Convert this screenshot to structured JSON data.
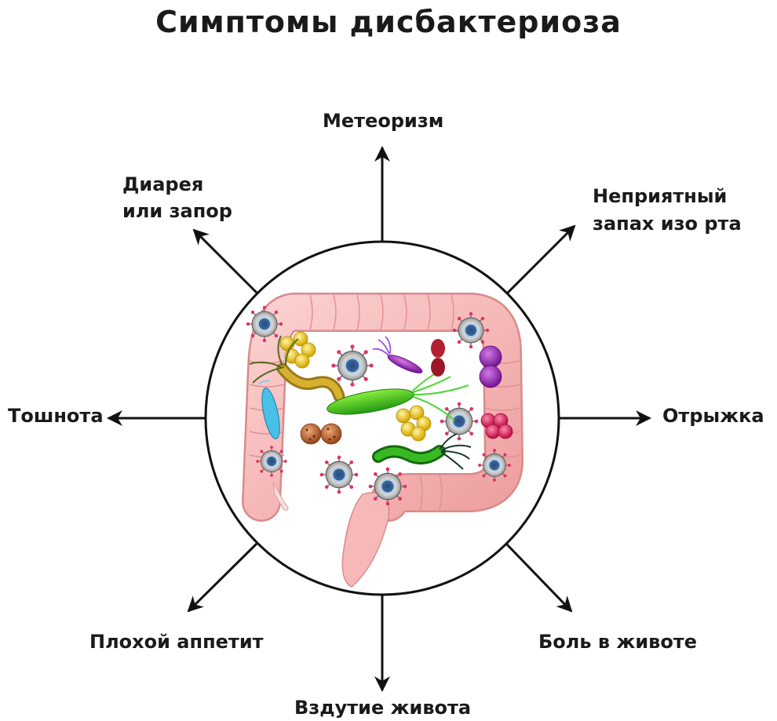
{
  "title": "Симптомы дисбактериоза",
  "symptoms": {
    "top": "Метеоризм",
    "top_left_line1": "Диарея",
    "top_left_line2": "или запор",
    "top_right_line1": "Неприятный",
    "top_right_line2": "запах изо рта",
    "left": "Тошнота",
    "right": "Отрыжка",
    "bottom_left": "Плохой аппетит",
    "bottom": "Вздутие живота",
    "bottom_right": "Боль в животе"
  },
  "colors": {
    "arrow": "#111111",
    "intestine": "#f4b0b0",
    "intestine_outline": "#d98a8a",
    "virus_ring": "#c0c0c0",
    "bacteria_green": "#33aa22",
    "bacteria_yellow": "#e8c018",
    "bacteria_purple": "#9a2fb8",
    "bacteria_pink": "#e0306a",
    "bacteria_blue": "#38b8e0",
    "bacteria_brown": "#b86a38"
  },
  "icons": [
    "intestine-icon",
    "virus-icon",
    "bacteria-icon"
  ]
}
